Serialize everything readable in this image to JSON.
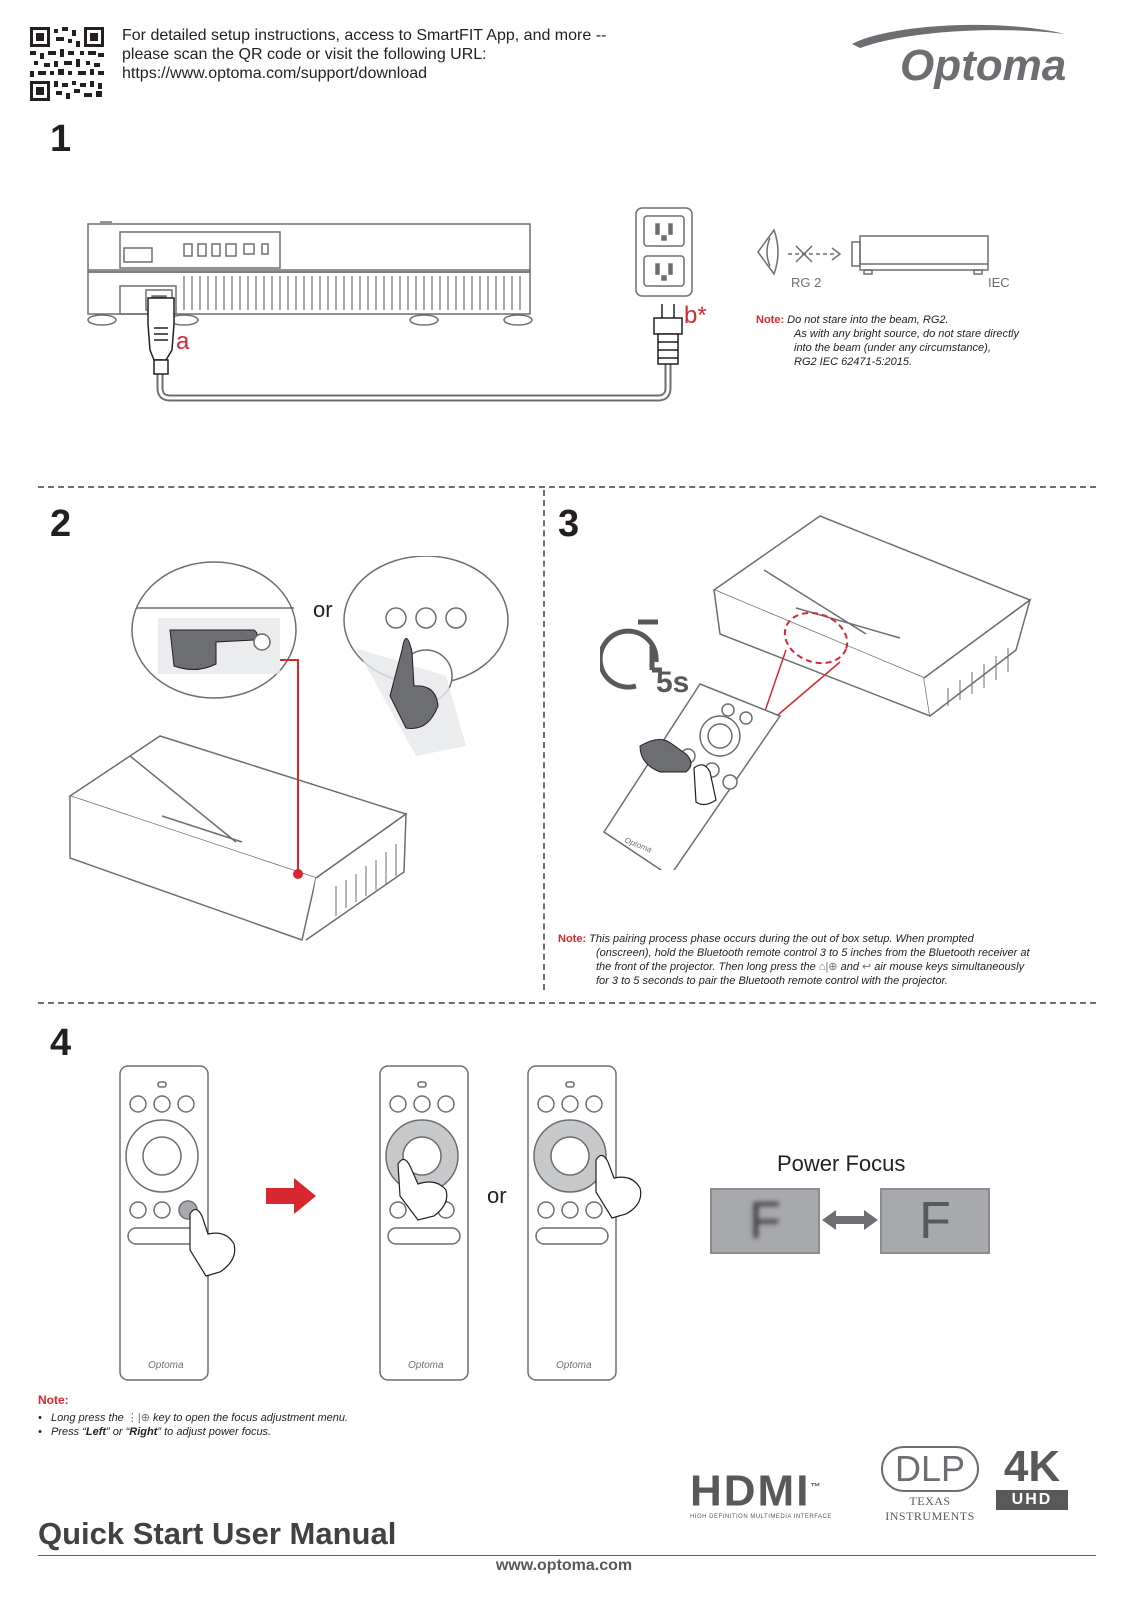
{
  "header": {
    "line1": "For detailed setup instructions, access to SmartFIT App, and more --",
    "line2": "please scan the QR code or visit the following URL:",
    "line3": "https://www.optoma.com/support/download"
  },
  "brand": {
    "name": "Optoma"
  },
  "steps": {
    "s1": "1",
    "s2": "2",
    "s3": "3",
    "s4": "4"
  },
  "step1": {
    "label_a": "a",
    "label_b": "b*",
    "rg2": "RG 2",
    "iec": "IEC",
    "note_label": "Note:",
    "note_line1": "Do not stare into the beam, RG2.",
    "note_line2": "As with any bright source, do not stare directly",
    "note_line3": "into the beam (under any circumstance),",
    "note_line4": "RG2 IEC 62471-5:2015."
  },
  "step2": {
    "or": "or"
  },
  "step3": {
    "timer": "5s",
    "note_label": "Note:",
    "note_line1": "This pairing process phase occurs during the out of box setup. When prompted",
    "note_line2": "(onscreen), hold the Bluetooth remote control 3 to 5 inches from the Bluetooth receiver at",
    "note_line3a": "the front of the projector. Then long press the",
    "note_line3b": "and",
    "note_line3c": "air mouse keys simultaneously",
    "note_line4": "for 3 to 5 seconds to pair the Bluetooth remote control with the projector."
  },
  "step4": {
    "or": "or",
    "power_focus": "Power Focus",
    "letter": "F",
    "remote_brand": "Optoma",
    "note_label": "Note:",
    "bullet1a": "Long press the",
    "bullet1b": "key to open the focus adjustment menu.",
    "bullet2a": "Press “",
    "bullet2b": "Left",
    "bullet2c": "” or “",
    "bullet2d": "Right",
    "bullet2e": "” to adjust power focus."
  },
  "footer": {
    "title": "Quick Start User Manual",
    "url": "www.optoma.com",
    "hdmi": "HDMI",
    "hdmi_sub": "HIGH DEFINITION MULTIMEDIA INTERFACE",
    "tm": "™",
    "dlp": "DLP",
    "ti": "TEXAS INSTRUMENTS",
    "k4": "4K",
    "uhd": "UHD"
  },
  "colors": {
    "accent": "#d7282f",
    "line": "#6d6e71",
    "text": "#231f20"
  }
}
